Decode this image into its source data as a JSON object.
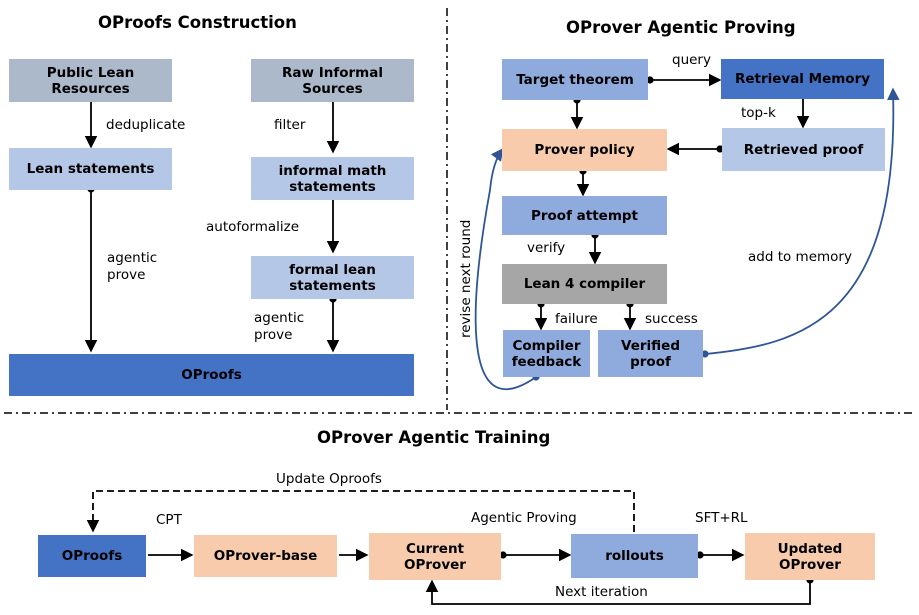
{
  "titles": {
    "construction": "OProofs Construction",
    "proving": "OProver Agentic Proving",
    "training": "OProver Agentic Training"
  },
  "construction": {
    "public_lean": "Public Lean\nResources",
    "raw_informal": "Raw Informal\nSources",
    "lean_statements": "Lean statements",
    "informal_math": "informal math\nstatements",
    "formal_lean": "formal lean\nstatements",
    "oproofs": "OProofs",
    "edge_deduplicate": "deduplicate",
    "edge_filter": "filter",
    "edge_autoformalize": "autoformalize",
    "edge_agentic_prove_left": "agentic\nprove",
    "edge_agentic_prove_right": "agentic\nprove"
  },
  "proving": {
    "target_theorem": "Target theorem",
    "retrieval_memory": "Retrieval Memory",
    "prover_policy": "Prover policy",
    "retrieved_proof": "Retrieved proof",
    "proof_attempt": "Proof attempt",
    "lean_compiler": "Lean 4 compiler",
    "compiler_feedback": "Compiler\nfeedback",
    "verified_proof": "Verified\nproof",
    "edge_query": "query",
    "edge_topk": "top-k",
    "edge_verify": "verify",
    "edge_failure": "failure",
    "edge_success": "success",
    "edge_add_memory": "add to memory",
    "edge_revise": "revise next round"
  },
  "training": {
    "oproofs": "OProofs",
    "oprover_base": "OProver-base",
    "current_oprover": "Current\nOProver",
    "rollouts": "rollouts",
    "updated_oprover": "Updated\nOProver",
    "edge_cpt": "CPT",
    "edge_agentic_proving": "Agentic Proving",
    "edge_sft_rl": "SFT+RL",
    "edge_update_oproofs": "Update Oproofs",
    "edge_next_iteration": "Next iteration"
  },
  "colors": {
    "light_blue": "#b4c7e7",
    "mid_blue": "#8faadc",
    "dark_blue": "#4472c4",
    "gray": "#acb9ca",
    "dark_gray": "#a6a6a6",
    "peach": "#f8cbad",
    "curve_blue": "#2f5597"
  }
}
